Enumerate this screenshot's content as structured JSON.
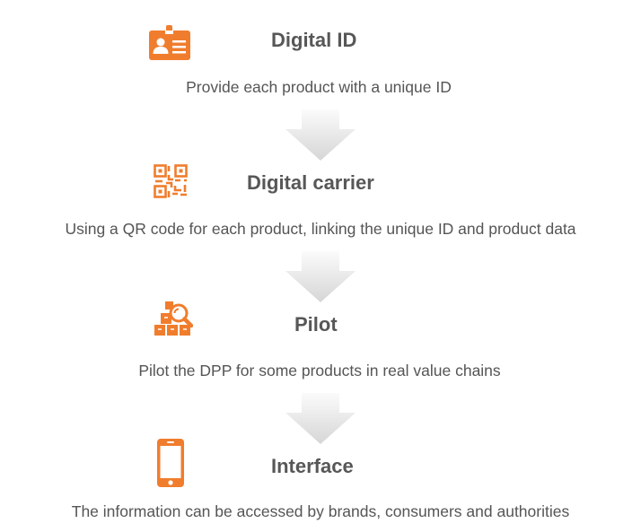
{
  "steps": [
    {
      "title": "Digital ID",
      "description": "Provide each product with a unique ID",
      "icon": "id-card-icon"
    },
    {
      "title": "Digital carrier",
      "description": "Using a QR code for each product, linking the unique ID and product data",
      "icon": "qr-code-icon"
    },
    {
      "title": "Pilot",
      "description": "Pilot the DPP for some products in real value chains",
      "icon": "boxes-magnifier-icon"
    },
    {
      "title": "Interface",
      "description": "The information can be accessed by brands, consumers and authorities",
      "icon": "smartphone-icon"
    }
  ],
  "colors": {
    "accent": "#F07D2D",
    "title": "#575757",
    "text": "#555555",
    "arrow_light": "#FAFAFA",
    "arrow_dark": "#D9D9D9"
  }
}
